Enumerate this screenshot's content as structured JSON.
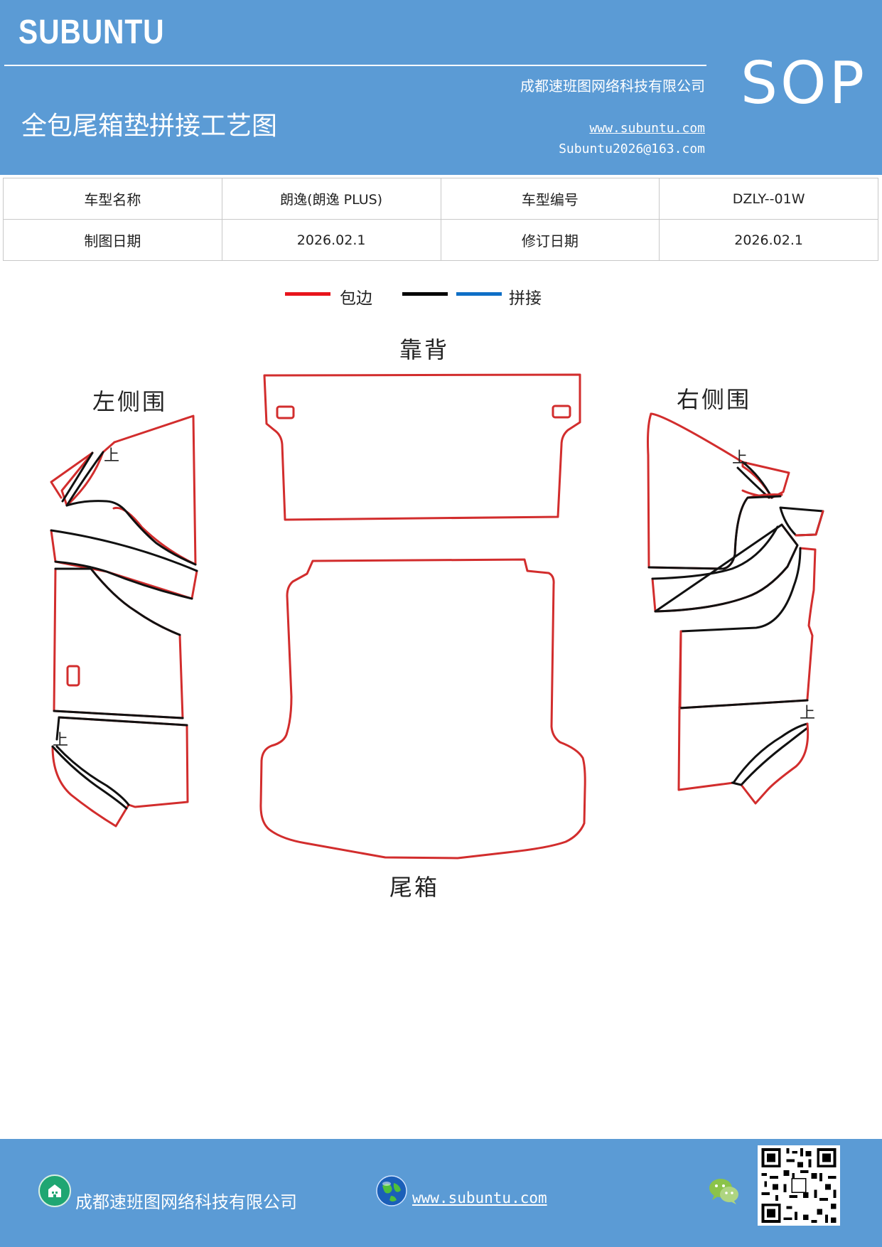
{
  "header": {
    "logo": "SUBUNTU",
    "sop": "SOP",
    "company": "成都速班图网络科技有限公司",
    "title": "全包尾箱垫拼接工艺图",
    "website": "www.subuntu.com",
    "email": "Subuntu2026@163.com"
  },
  "info": {
    "model_name_label": "车型名称",
    "model_name_value": "朗逸(朗逸 PLUS)",
    "model_code_label": "车型编号",
    "model_code_value": "DZLY--01W",
    "drawing_date_label": "制图日期",
    "drawing_date_value": "2026.02.1",
    "revision_date_label": "修订日期",
    "revision_date_value": "2026.02.1"
  },
  "legend": {
    "edging_label": "包边",
    "splice_label": "拼接",
    "colors": {
      "edging": "#e8141c",
      "black": "#000000",
      "splice": "#0f6fc6"
    }
  },
  "parts": {
    "backrest": "靠背",
    "left_side": "左侧围",
    "right_side": "右侧围",
    "trunk": "尾箱",
    "up_mark": "上"
  },
  "footer": {
    "company": "成都速班图网络科技有限公司",
    "website": "www.subuntu.com "
  },
  "colors": {
    "brand_blue": "#5b9bd5"
  }
}
